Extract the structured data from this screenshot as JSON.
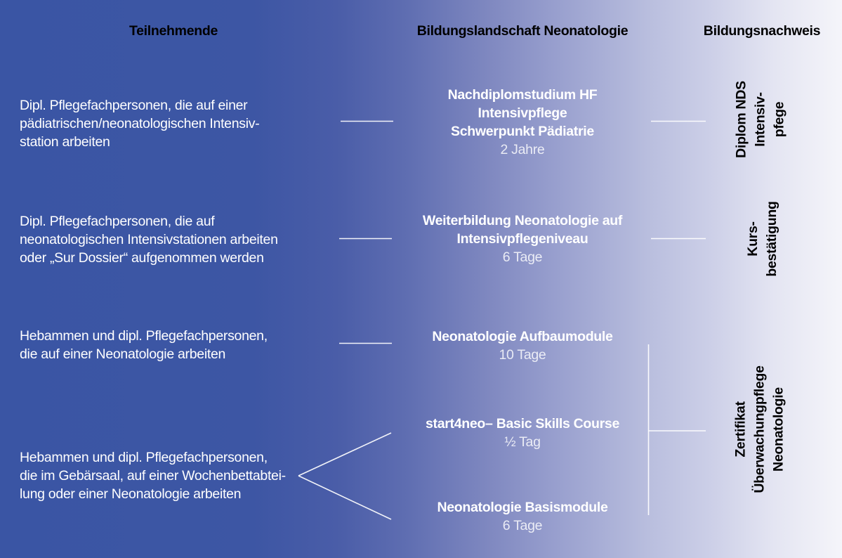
{
  "headers": {
    "col1": "Teilnehmende",
    "col2": "Bildungslandschaft Neonatologie",
    "col3": "Bildungsnachweis"
  },
  "participants": [
    {
      "text": "Dipl. Pflegefachpersonen, die auf einer\npädiatrischen/neonatologischen Intensiv-\nstation arbeiten"
    },
    {
      "text": "Dipl. Pflegefachpersonen, die auf\nneonatologischen Intensivstationen arbeiten\noder „Sur Dossier“ aufgenommen werden"
    },
    {
      "text": "Hebammen und dipl. Pflegefachpersonen,\ndie auf einer Neonatologie arbeiten"
    },
    {
      "text": "Hebammen und dipl. Pflegefachpersonen,\ndie im Gebärsaal, auf einer Wochenbettabtei-\nlung oder einer Neonatologie arbeiten"
    }
  ],
  "programs": [
    {
      "title": "Nachdiplomstudium HF\nIntensivpflege\nSchwerpunkt Pädiatrie",
      "duration": "2 Jahre"
    },
    {
      "title": "Weiterbildung Neonatologie auf\nIntensivpflegeniveau",
      "duration": "6 Tage"
    },
    {
      "title": "Neonatologie Aufbaumodule",
      "duration": "10 Tage"
    },
    {
      "title": "start4neo– Basic Skills Course",
      "duration": "½ Tag"
    },
    {
      "title": "Neonatologie Basismodule",
      "duration": "6 Tage"
    }
  ],
  "certificates": [
    {
      "text": "Diplom NDS\nIntensiv-\npfege"
    },
    {
      "text": "Kurs-\nbestätigung"
    },
    {
      "text": "Zertifikat\nÜberwachungpflege\nNeonatologie"
    }
  ],
  "colors": {
    "background_left": "#3A55A4",
    "background_right": "#F5F5FA",
    "text_light": "#FFFFFF",
    "text_dark": "#000000",
    "connector": "#FFFFFF"
  }
}
